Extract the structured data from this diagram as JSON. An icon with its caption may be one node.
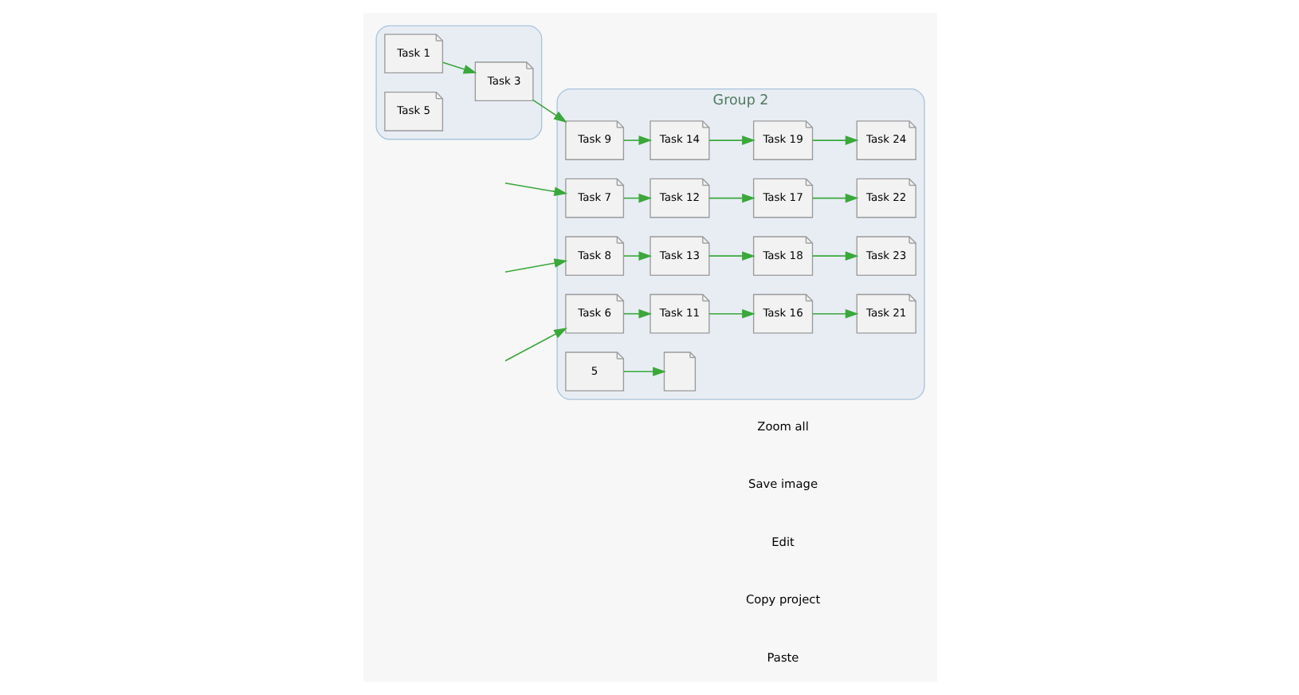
{
  "diagram": {
    "nodes": [
      {
        "text": [],
        "shape": "box"
      },
      {
        "text": [
          "Task 1"
        ],
        "in": 0
      },
      {
        "text": [
          "Task 5"
        ],
        "in": 0
      },
      {
        "text": [
          "Task 3"
        ],
        "in": 0
      },
      {
        "text": [
          "Group 2"
        ]
      },
      {
        "text": [
          "Task 7"
        ],
        "in": 4
      },
      {
        "text": [
          "Task 12"
        ],
        "in": 4
      },
      {
        "text": [
          "Task 17"
        ],
        "in": 4
      },
      {
        "text": [
          "Task 22"
        ],
        "in": 4
      },
      {
        "text": [
          "Task 9"
        ],
        "in": 4
      },
      {
        "text": [
          "Task 14"
        ],
        "in": 4
      },
      {
        "text": [
          "Task 19"
        ],
        "in": 4
      },
      {
        "text": [
          "Task 24"
        ],
        "in": 4
      },
      {
        "text": [
          "Task 8"
        ],
        "in": 4
      },
      {
        "text": [
          "Task 13"
        ],
        "in": 4
      },
      {
        "text": [
          "Task 18"
        ],
        "in": 4
      },
      {
        "text": [
          "Task 23"
        ],
        "in": 4
      },
      {
        "text": [
          "Task 6"
        ],
        "in": 4
      },
      {
        "text": [
          "Task 11"
        ],
        "in": 4
      },
      {
        "text": [
          "Task 16"
        ],
        "in": 4
      },
      {
        "text": [
          "Task 21"
        ],
        "in": 4
      },
      {
        "text": [
          "5"
        ],
        "in": 4
      },
      {
        "text": [],
        "shape": "picture",
        "in": 4
      }
    ],
    "edges": [
      {
        "from": 1,
        "to": 3,
        "arrow": "to"
      },
      {
        "from": 3,
        "to": 9,
        "arrow": "to"
      },
      {
        "from": null,
        "to": 5,
        "arrow": "to"
      },
      {
        "from": null,
        "to": 13,
        "arrow": "to"
      },
      {
        "from": null,
        "to": 17,
        "arrow": "to"
      },
      {
        "from": 5,
        "to": 6,
        "arrow": "to"
      },
      {
        "from": 6,
        "to": 7,
        "arrow": "to"
      },
      {
        "from": 7,
        "to": 8,
        "arrow": "to"
      },
      {
        "from": 9,
        "to": 10,
        "arrow": "to"
      },
      {
        "from": 10,
        "to": 11,
        "arrow": "to"
      },
      {
        "from": 11,
        "to": 12,
        "arrow": "to"
      },
      {
        "from": 13,
        "to": 14,
        "arrow": "to"
      },
      {
        "from": 14,
        "to": 15,
        "arrow": "to"
      },
      {
        "from": 15,
        "to": 16,
        "arrow": "to"
      },
      {
        "from": 17,
        "to": 18,
        "arrow": "to"
      },
      {
        "from": 18,
        "to": 19,
        "arrow": "to"
      },
      {
        "from": 19,
        "to": 20,
        "arrow": "to"
      },
      {
        "from": 21,
        "to": 22,
        "arrow": "to"
      }
    ],
    "labels": [
      "Zoom all",
      "Save image",
      "Edit",
      "Copy project",
      "Paste"
    ]
  }
}
